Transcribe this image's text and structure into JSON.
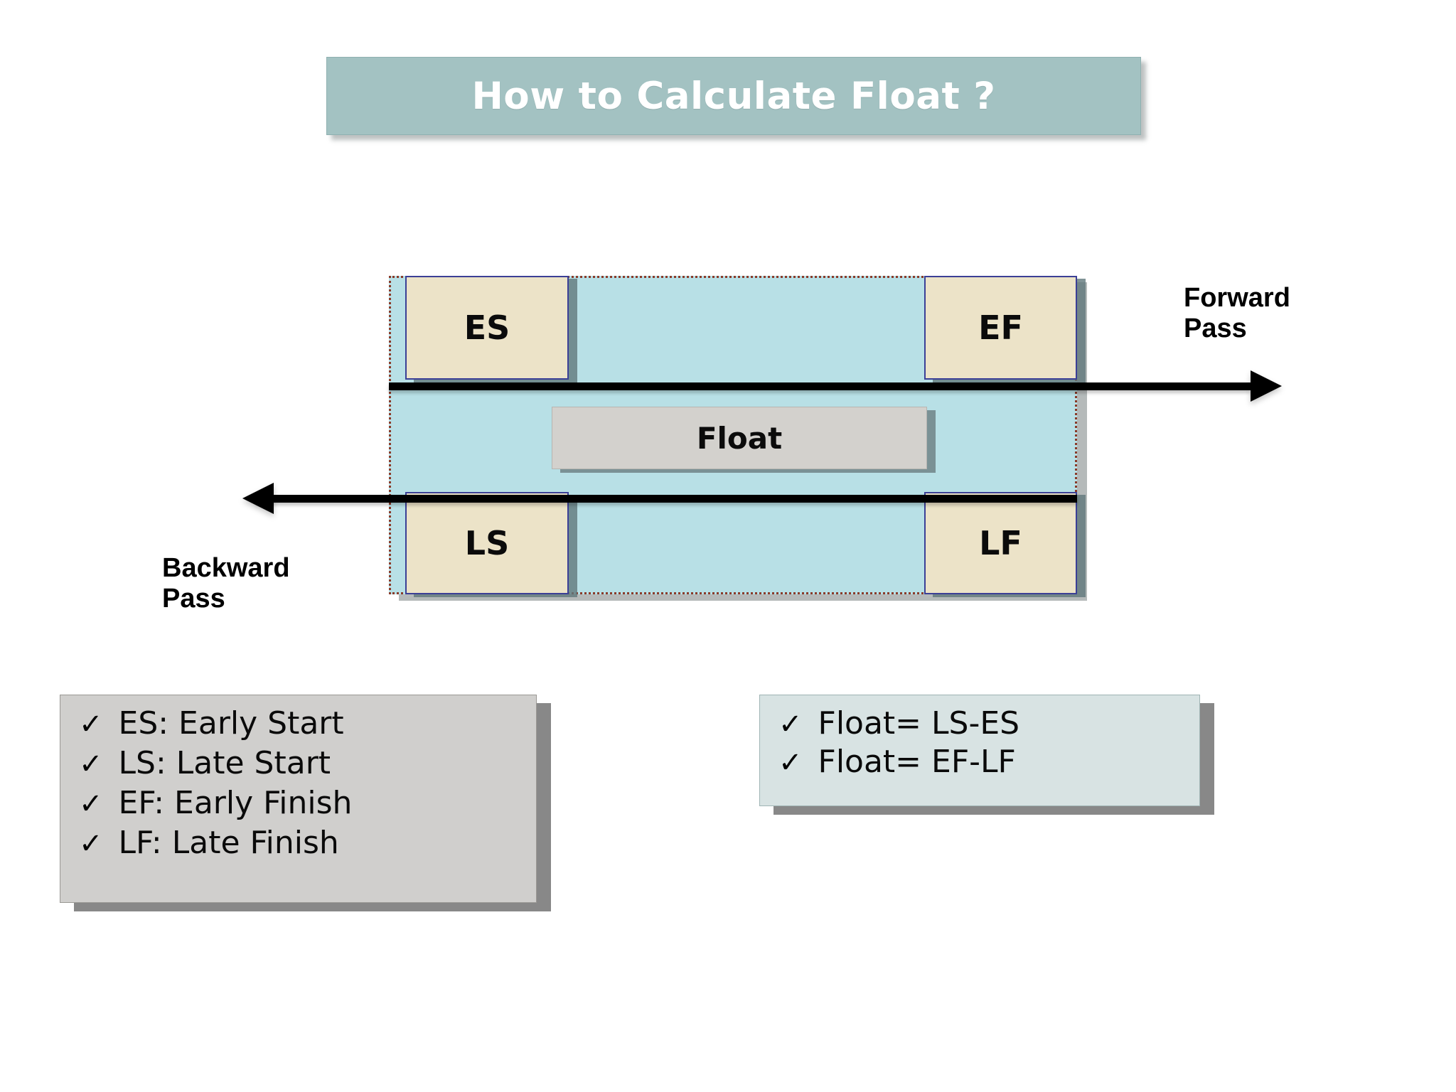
{
  "title": {
    "text": "How to Calculate Float ?",
    "background_color": "#a3c2c2",
    "text_color": "#ffffff"
  },
  "diagram": {
    "frame_color": "#b8e0e6",
    "frame_border_color": "#8a3b2a",
    "endpoint_fill": "#ece3c8",
    "endpoint_border": "#3b3f96",
    "boxes": [
      {
        "key": "es",
        "label": "ES"
      },
      {
        "key": "ef",
        "label": "EF"
      },
      {
        "key": "ls",
        "label": "LS"
      },
      {
        "key": "lf",
        "label": "LF"
      }
    ],
    "float_box": {
      "label": "Float",
      "fill": "#d3d1cd"
    },
    "arrows": [
      {
        "key": "forward",
        "label": "Forward\nPass",
        "direction": "right"
      },
      {
        "key": "backward",
        "label": "Backward\nPass",
        "direction": "left"
      }
    ]
  },
  "legend_terms": {
    "check_glyph": "✓",
    "items": [
      "ES: Early Start",
      "LS: Late Start",
      "EF: Early Finish",
      "LF: Late Finish"
    ]
  },
  "legend_formulas": {
    "check_glyph": "✓",
    "items": [
      "Float= LS-ES",
      "Float= EF-LF"
    ]
  }
}
